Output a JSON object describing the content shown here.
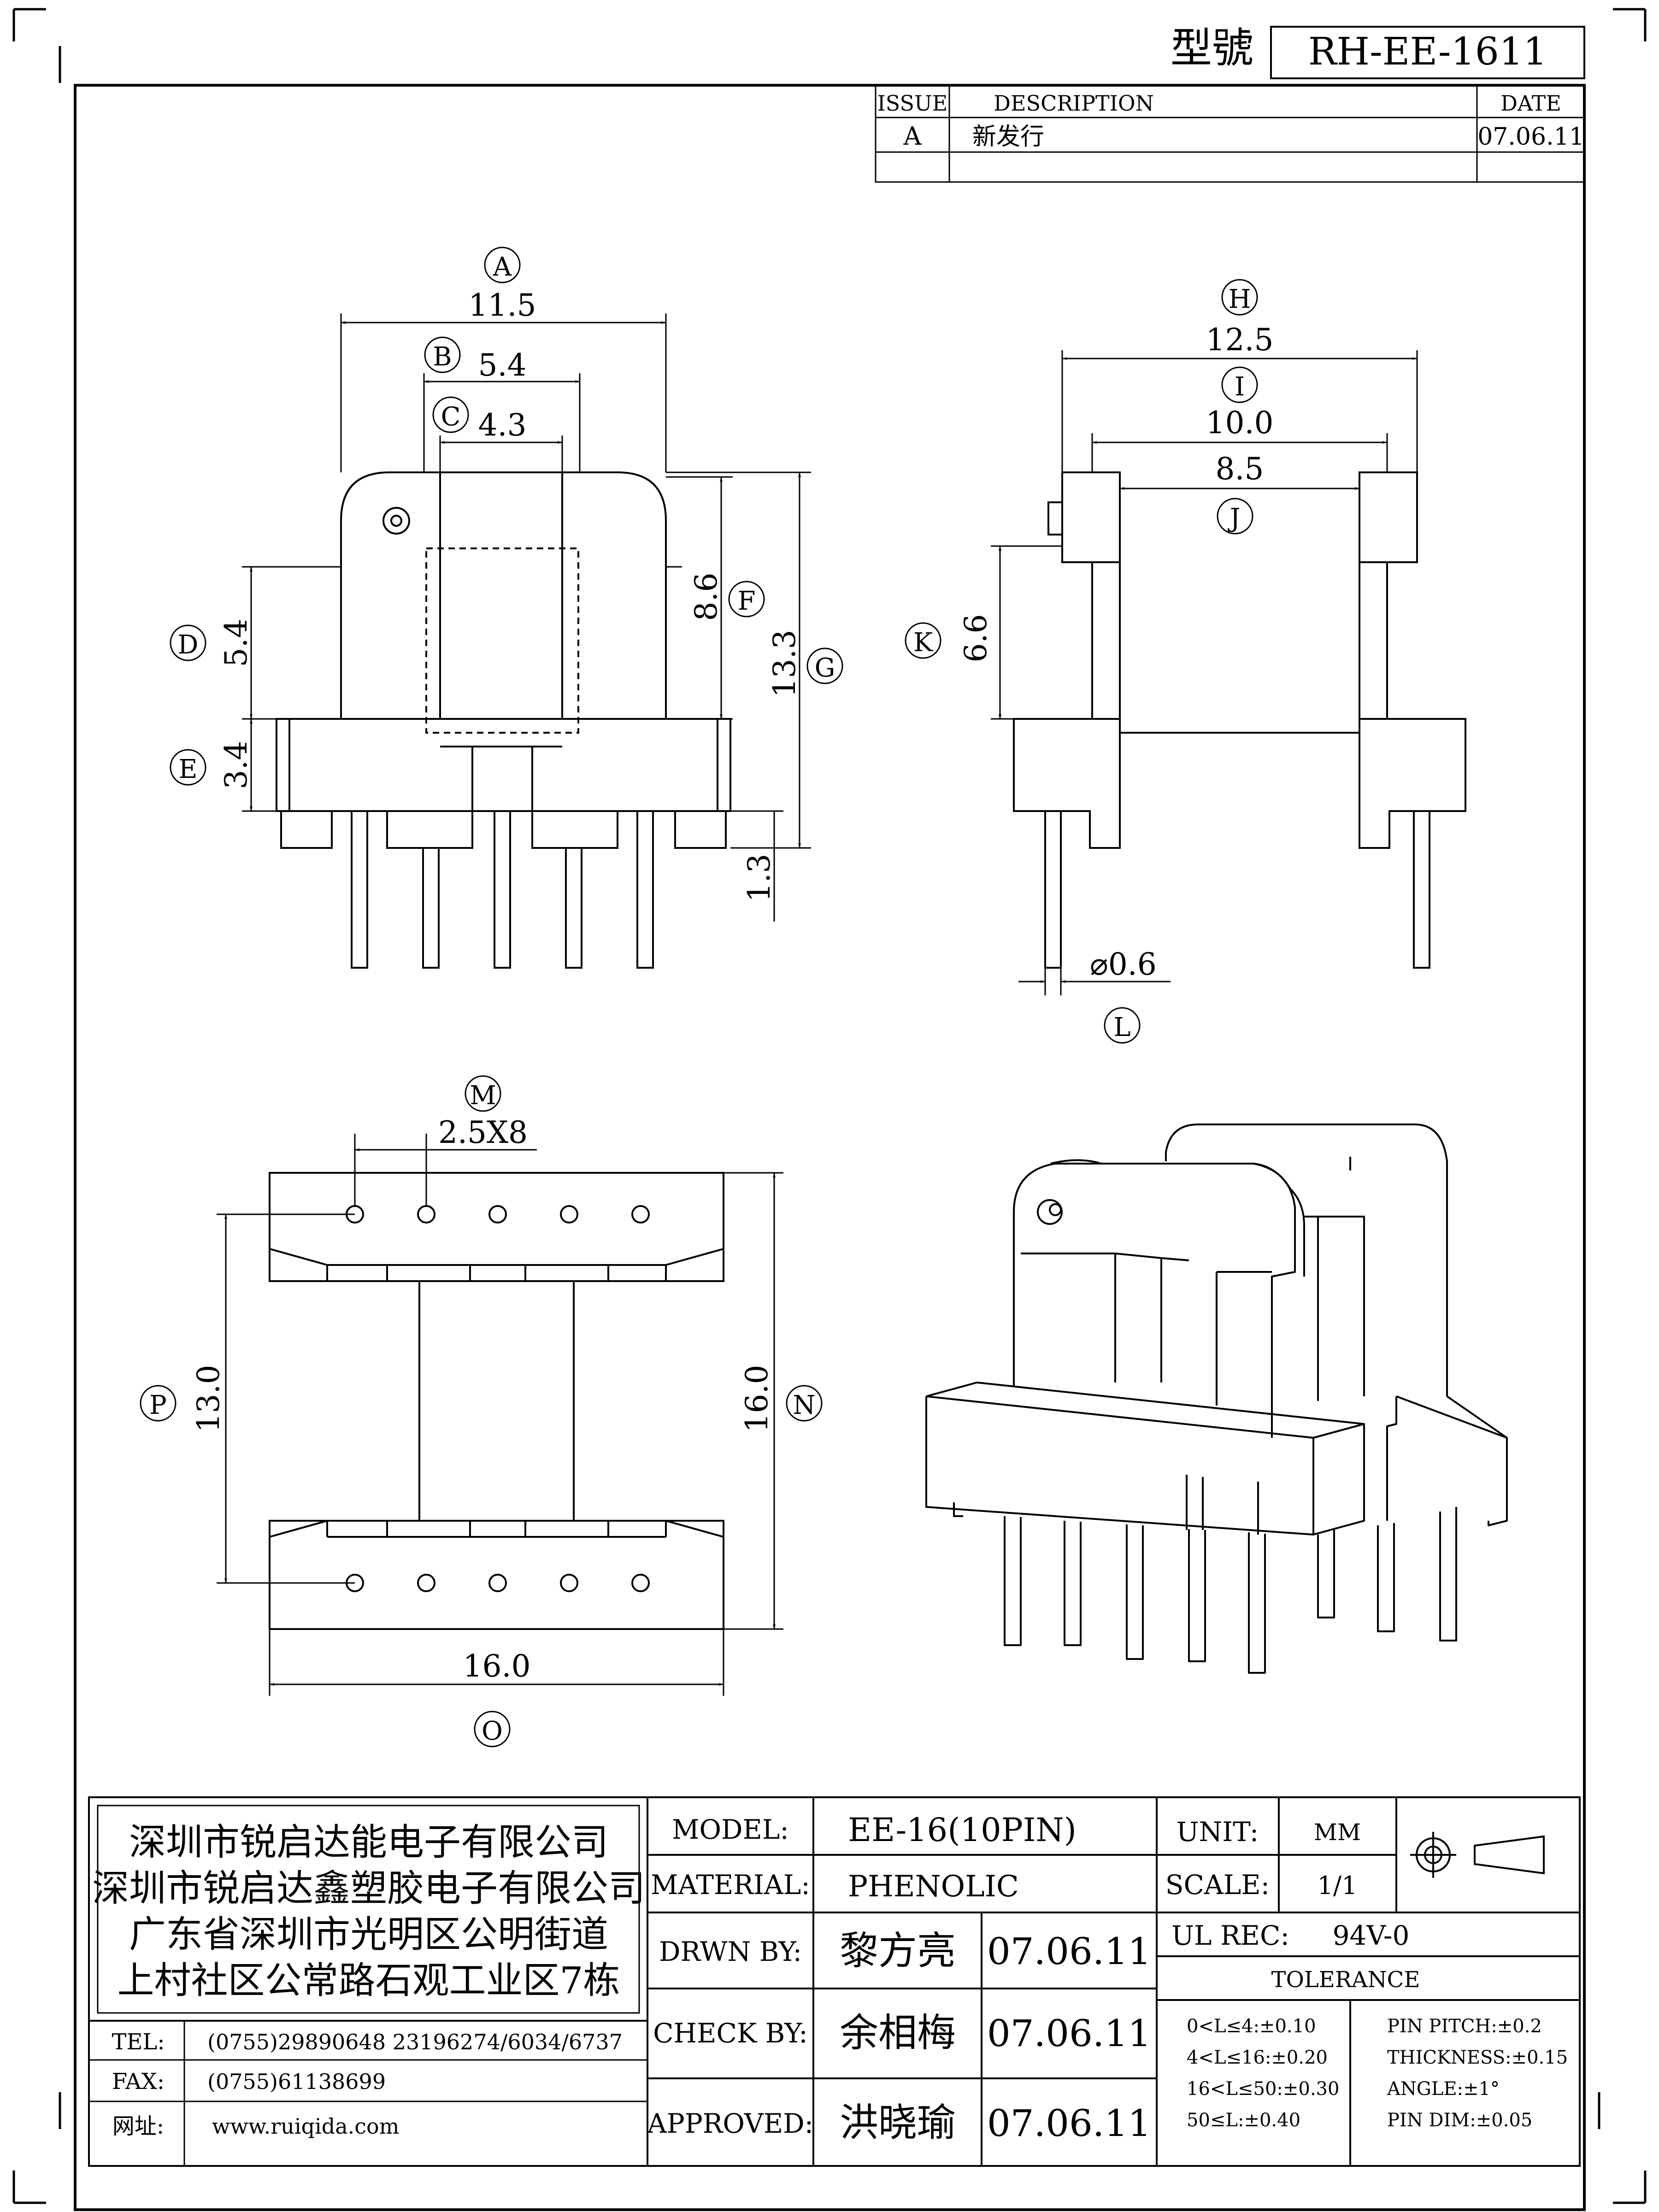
{
  "header": {
    "model_label": "型號",
    "model_no": "RH-EE-1611"
  },
  "revision": {
    "columns": [
      "ISSUE",
      "DESCRIPTION",
      "DATE"
    ],
    "rows": [
      {
        "issue": "A",
        "description": "新发行",
        "date": "07.06.11"
      }
    ]
  },
  "front_view": {
    "dims": {
      "A": {
        "letter": "A",
        "value": "11.5"
      },
      "B": {
        "letter": "B",
        "value": "5.4"
      },
      "C": {
        "letter": "C",
        "value": "4.3"
      },
      "D": {
        "letter": "D",
        "value": "5.4"
      },
      "E": {
        "letter": "E",
        "value": "3.4"
      },
      "F": {
        "letter": "F",
        "value": "8.6"
      },
      "G": {
        "letter": "G",
        "value": "13.3"
      },
      "pin_len": {
        "value": "1.3"
      }
    }
  },
  "side_view": {
    "dims": {
      "H": {
        "letter": "H",
        "value": "12.5"
      },
      "I": {
        "letter": "I",
        "value": "10.0"
      },
      "J": {
        "letter": "J",
        "value": "8.5"
      },
      "K": {
        "letter": "K",
        "value": "6.6"
      },
      "L": {
        "letter": "L",
        "value": "⌀0.6"
      }
    }
  },
  "bottom_view": {
    "dims": {
      "M": {
        "letter": "M",
        "value": "2.5X8"
      },
      "N": {
        "letter": "N",
        "value": "16.0"
      },
      "O": {
        "letter": "O",
        "value": "16.0"
      },
      "P": {
        "letter": "P",
        "value": "13.0"
      }
    }
  },
  "title_block": {
    "company": [
      "深圳市锐启达能电子有限公司",
      "深圳市锐启达鑫塑胶电子有限公司",
      "广东省深圳市光明区公明街道",
      "上村社区公常路石观工业区7栋"
    ],
    "contact": {
      "tel_label": "TEL:",
      "tel_value": "(0755)29890648  23196274/6034/6737",
      "fax_label": "FAX:",
      "fax_value": "(0755)61138699",
      "web_label": "网址:",
      "web_value": "www.ruiqida.com"
    },
    "model_label": "MODEL:",
    "model_value": "EE-16(10PIN)",
    "material_label": "MATERIAL:",
    "material_value": "PHENOLIC",
    "drawn_label": "DRWN BY:",
    "drawn_name": "黎方亮",
    "drawn_date": "07.06.11",
    "check_label": "CHECK BY:",
    "check_name": "余相梅",
    "check_date": "07.06.11",
    "approved_label": "APPROVED:",
    "approved_name": "洪晓瑜",
    "approved_date": "07.06.11",
    "unit_label": "UNIT:",
    "unit_value": "MM",
    "scale_label": "SCALE:",
    "scale_value": "1/1",
    "ul_label": "UL REC:",
    "ul_value": "94V-0",
    "tolerance_label": "TOLERANCE",
    "tolerance_left": [
      "0<L≤4:±0.10",
      "4<L≤16:±0.20",
      "16<L≤50:±0.30",
      "50≤L:±0.40"
    ],
    "tolerance_right": [
      "PIN PITCH:±0.2",
      "THICKNESS:±0.15",
      "ANGLE:±1°",
      "PIN DIM:±0.05"
    ]
  }
}
